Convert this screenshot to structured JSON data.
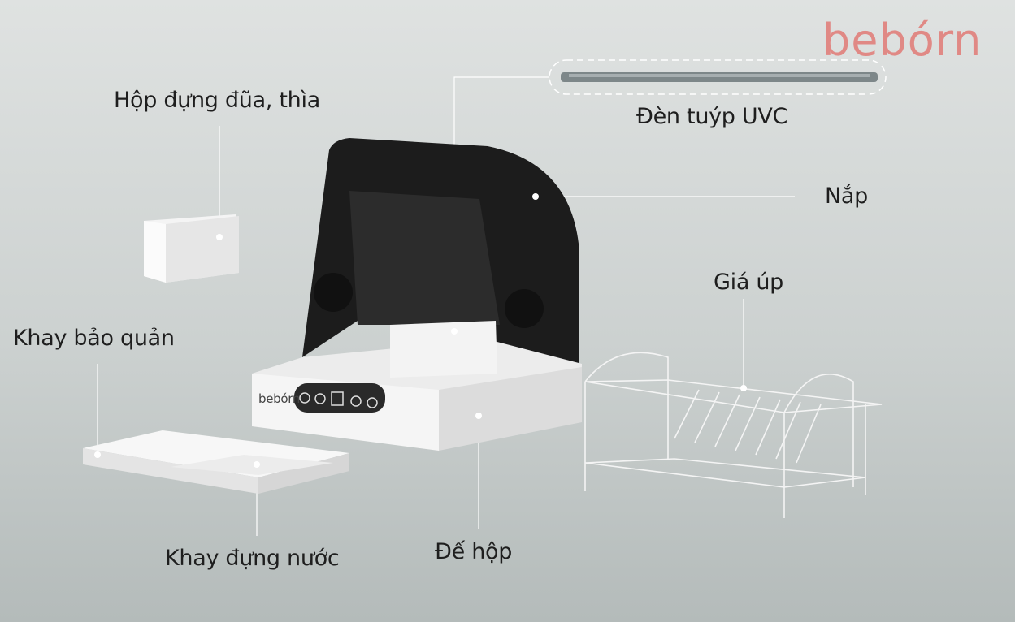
{
  "brand": {
    "logo": "bebórn",
    "device_logo": "bebórn"
  },
  "labels": {
    "chopstick_box": "Hộp đựng đũa, thìa",
    "uvc_tube": "Đèn tuýp UVC",
    "lid": "Nắp",
    "dish_rack": "Giá úp",
    "storage_tray": "Khay bảo quản",
    "water_tray": "Khay đựng nước",
    "base": "Đế hộp"
  },
  "colors": {
    "brand": "#e08985",
    "lid": "#1a1a1a",
    "body": "#f2f2f2"
  }
}
